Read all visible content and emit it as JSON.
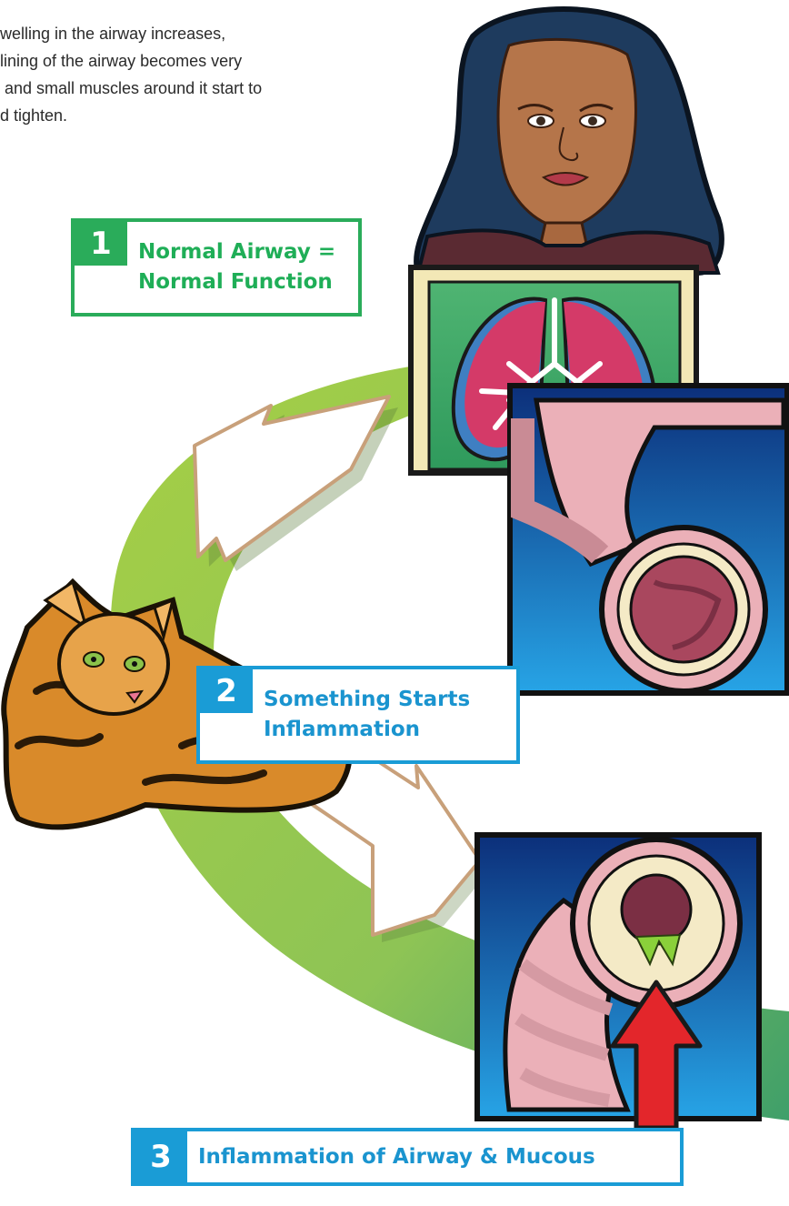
{
  "intro_lines": [
    "welling in the airway increases,",
    "lining of the airway becomes very",
    " and small muscles around it start to",
    "d tighten."
  ],
  "steps": [
    {
      "number": "1",
      "line1": "Normal Airway =",
      "line2": "Normal Function",
      "color": "#2aac5a"
    },
    {
      "number": "2",
      "line1": "Something Starts",
      "line2": "Inflammation",
      "color": "#1a9cd6"
    },
    {
      "number": "3",
      "line1": "Inflammation of Airway & Mucous",
      "color": "#1a9cd6"
    }
  ],
  "colors": {
    "cycle_green": "#8cc152",
    "cycle_dark_green": "#3f9f6a",
    "airway_pink": "#e8a3ad",
    "panel_blue": "#1f5fb3",
    "red_arrow": "#e3262b"
  },
  "illustrations": [
    "woman-holding-lungs-poster-icon",
    "lungs-icon",
    "normal-airway-icon",
    "cat-icon",
    "inflamed-airway-icon",
    "red-up-arrow-icon"
  ]
}
